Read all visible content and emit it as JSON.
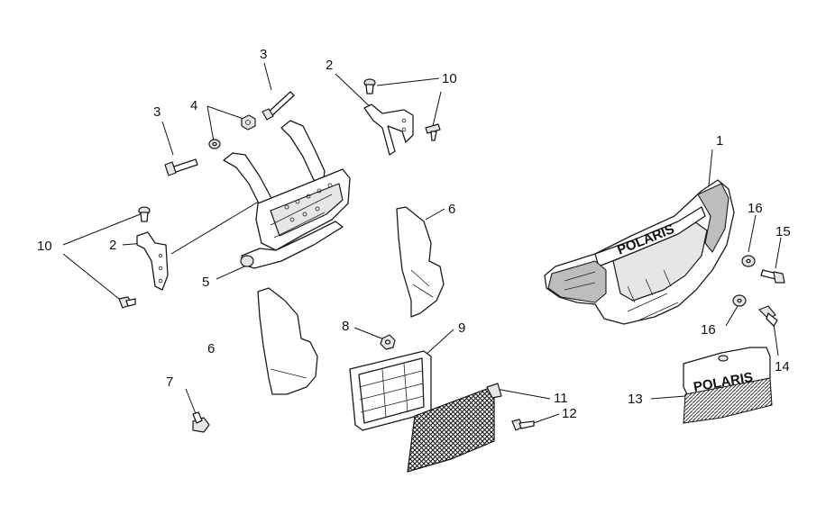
{
  "callouts": {
    "c1": "1",
    "c2a": "2",
    "c2b": "2",
    "c3a": "3",
    "c3b": "3",
    "c4": "4",
    "c5": "5",
    "c6a": "6",
    "c6b": "6",
    "c7": "7",
    "c8": "8",
    "c9": "9",
    "c10a": "10",
    "c10b": "10",
    "c11": "11",
    "c12": "12",
    "c13": "13",
    "c14": "14",
    "c15": "15",
    "c16a": "16",
    "c16b": "16"
  },
  "logos": {
    "bumper_logo": "POLARIS",
    "grille_logo": "POLARIS"
  },
  "colors": {
    "line": "#111111",
    "background": "#ffffff"
  }
}
